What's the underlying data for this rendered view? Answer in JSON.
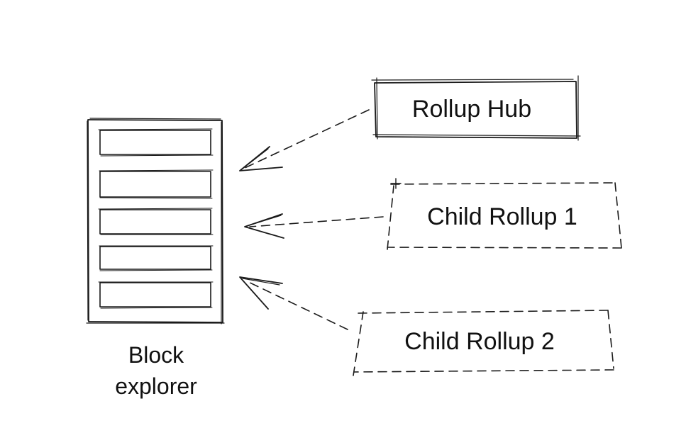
{
  "nodes": {
    "rollup_hub": "Rollup Hub",
    "child_rollup_1": "Child Rollup 1",
    "child_rollup_2": "Child Rollup 2"
  },
  "block_explorer": {
    "label_line1": "Block",
    "label_line2": "explorer",
    "row_count": 5
  },
  "colors": {
    "ink": "#1a1a1a",
    "hatch_fill": "#8a8a8a",
    "background": "#ffffff"
  }
}
